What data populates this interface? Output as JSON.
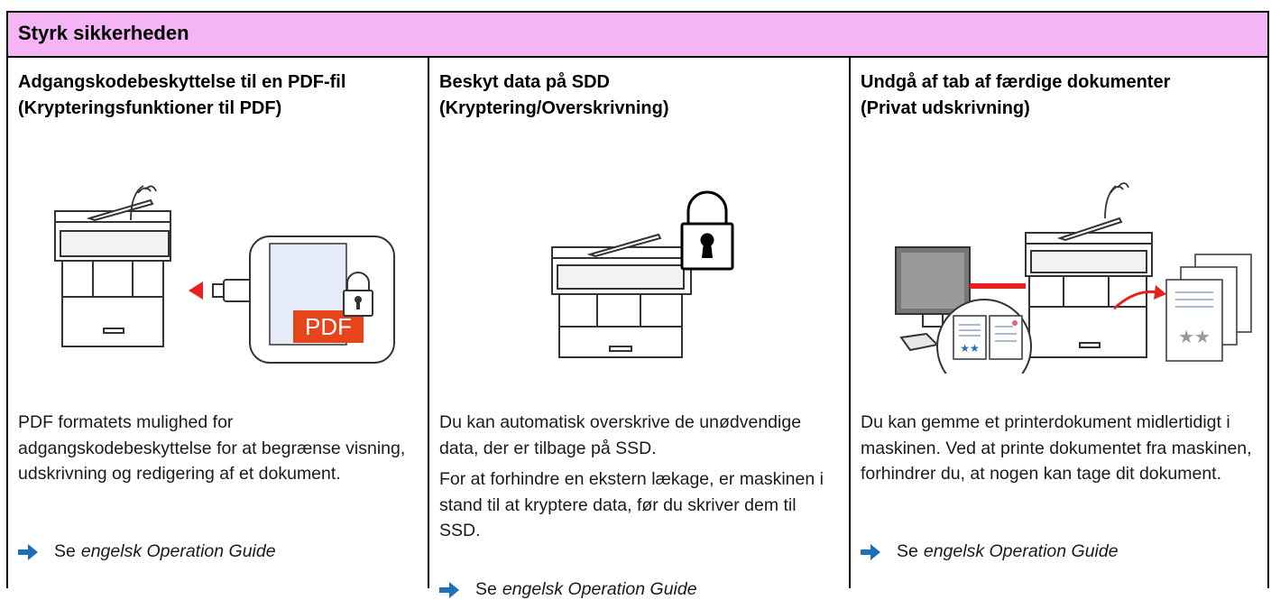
{
  "header": {
    "title": "Styrk sikkerheden"
  },
  "columns": [
    {
      "title_line1": "Adgangskodebeskyttelse til en PDF-fil",
      "title_line2": "(Krypteringsfunktioner til PDF)",
      "illustration_label": "PDF",
      "desc": [
        "PDF formatets mulighed for adgangskodebeskyttelse for at begrænse visning, udskrivning og redigering af et dokument."
      ],
      "ref_prefix": "Se",
      "ref_link": "engelsk Operation Guide"
    },
    {
      "title_line1": "Beskyt data på SDD",
      "title_line2": "(Kryptering/Overskrivning)",
      "desc": [
        "Du kan automatisk overskrive de unødvendige data, der er tilbage på SSD.",
        "For at forhindre en ekstern lækage, er maskinen i stand til at kryptere data, før du skriver dem til SSD."
      ],
      "ref_prefix": "Se",
      "ref_link": "engelsk Operation Guide"
    },
    {
      "title_line1": "Undgå af tab af færdige dokumenter",
      "title_line2": "(Privat udskrivning)",
      "desc": [
        "Du kan gemme et printerdokument midlertidigt i maskinen. Ved at printe dokumentet fra maskinen, forhindrer du, at nogen kan tage dit dokument."
      ],
      "ref_prefix": "Se",
      "ref_link": "engelsk Operation Guide"
    }
  ],
  "colors": {
    "header_bg": "#f5b4f5",
    "accent_red": "#e8201e",
    "pdf_orange": "#e8441c",
    "arrow_blue": "#1d6fb8"
  }
}
